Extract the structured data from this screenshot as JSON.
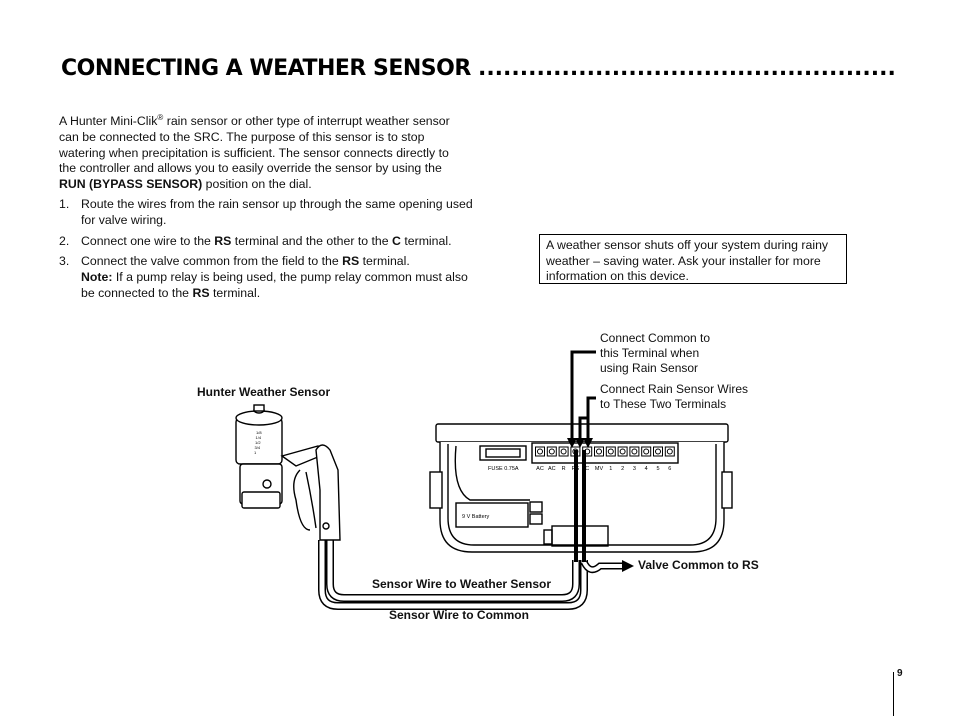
{
  "title": "CONNECTING A WEATHER SENSOR",
  "title_dots": "......................................................................................................",
  "intro": {
    "part1": "A Hunter Mini-Clik",
    "reg": "®",
    "part2": " rain sensor or other type of interrupt weather sensor can be connected to the SRC. The purpose of this sensor is to stop watering when precipitation is sufficient. The sensor connects directly to the controller and allows you to easily override the sensor by using the ",
    "bold": "RUN (BYPASS SENSOR)",
    "part3": " position on the dial."
  },
  "steps": [
    {
      "num": "1.",
      "text": "Route the wires from the rain sensor up through the same opening used for valve wiring."
    },
    {
      "num": "2.",
      "a": "Connect one wire to the ",
      "b1": "RS",
      "c": " terminal and the other to the ",
      "b2": "C",
      "d": " terminal."
    },
    {
      "num": "3.",
      "a": "Connect the valve common from the field to the ",
      "b1": "RS",
      "c": " terminal.",
      "note_label": "Note:",
      "note": " If a pump relay is being used, the pump relay common must also be connected to the ",
      "b2": "RS",
      "d": " terminal."
    }
  ],
  "callout": "A weather sensor shuts off your system during rainy weather – saving water. Ask your installer for more information on this device.",
  "diagram": {
    "connect_common": [
      "Connect Common to",
      "this Terminal when",
      "using Rain Sensor"
    ],
    "connect_rs": [
      "Connect Rain Sensor Wires",
      "to These Two Terminals"
    ],
    "hunter_sensor": "Hunter Weather Sensor",
    "valve_common": "Valve Common to RS",
    "wire_weather": "Sensor Wire to Weather Sensor",
    "wire_common": "Sensor Wire to Common",
    "fuse": "FUSE 0.75A",
    "battery": "9 V Battery",
    "terminals": [
      "AC",
      "AC",
      "R",
      "RS",
      "C",
      "MV",
      "1",
      "2",
      "3",
      "4",
      "5",
      "6"
    ],
    "sensor_marks": [
      "1/8",
      "1/4",
      "1/2",
      "3/4",
      "1"
    ]
  },
  "page_number": "9"
}
